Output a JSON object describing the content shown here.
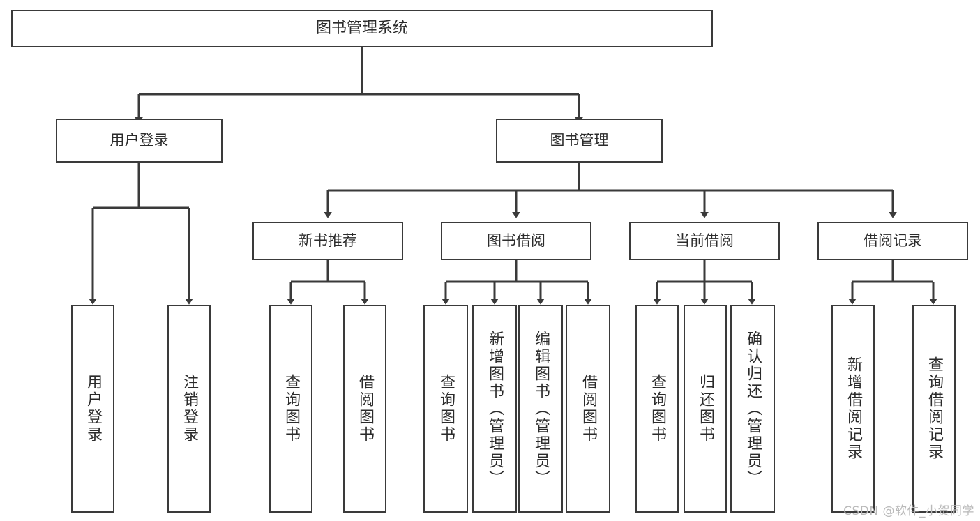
{
  "diagram": {
    "title": "图书管理系统",
    "type": "tree-hierarchy",
    "watermark": "CSDN @软件_小贺同学",
    "colors": {
      "stroke": "#3a3a3a",
      "text": "#2b2b2b",
      "background": "#ffffff",
      "watermark": "#b9b9b9"
    },
    "root": {
      "label": "图书管理系统"
    },
    "level2": [
      {
        "label": "用户登录"
      },
      {
        "label": "图书管理"
      }
    ],
    "level3": [
      {
        "label": "新书推荐"
      },
      {
        "label": "图书借阅"
      },
      {
        "label": "当前借阅"
      },
      {
        "label": "借阅记录"
      }
    ],
    "leaves": {
      "user_login": [
        {
          "label": "用户登录"
        },
        {
          "label": "注销登录"
        }
      ],
      "new_book_recommend": [
        {
          "label": "查询图书"
        },
        {
          "label": "借阅图书"
        }
      ],
      "book_borrow": [
        {
          "label": "查询图书"
        },
        {
          "label": "新增图书（管理员）"
        },
        {
          "label": "编辑图书（管理员）"
        },
        {
          "label": "借阅图书"
        }
      ],
      "current_borrow": [
        {
          "label": "查询图书"
        },
        {
          "label": "归还图书"
        },
        {
          "label": "确认归还（管理员）"
        }
      ],
      "borrow_records": [
        {
          "label": "新增借阅记录"
        },
        {
          "label": "查询借阅记录"
        }
      ]
    }
  }
}
